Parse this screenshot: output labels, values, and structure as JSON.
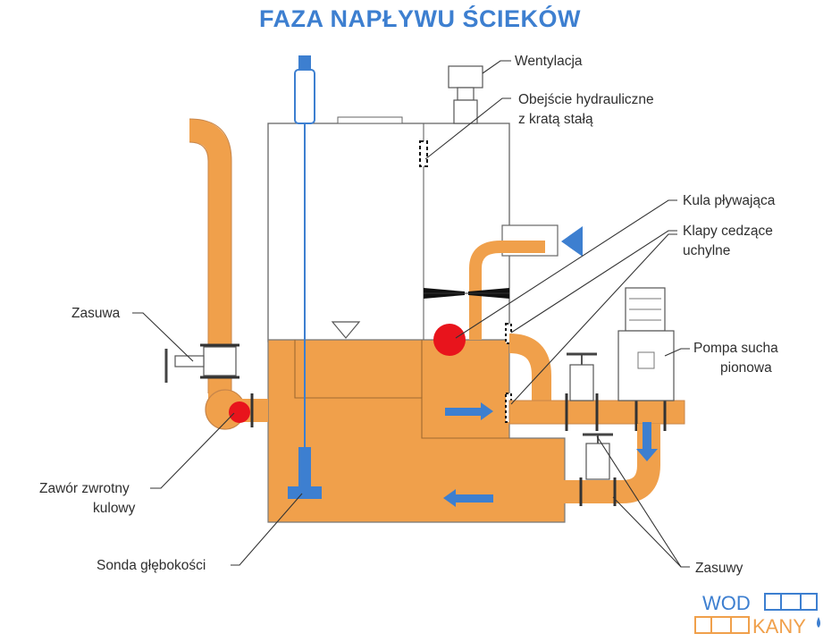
{
  "title": "FAZA NAPŁYWU ŚCIEKÓW",
  "labels": {
    "wentylacja": "Wentylacja",
    "obejscie_1": "Obejście hydrauliczne",
    "obejscie_2": "z kratą stałą",
    "kula": "Kula pływająca",
    "klapy_1": "Klapy cedzące",
    "klapy_2": "uchylne",
    "pompa_1": "Pompa sucha",
    "pompa_2": "pionowa",
    "zasuwa": "Zasuwa",
    "zawor_1": "Zawór zwrotny",
    "zawor_2": "kulowy",
    "sonda": "Sonda głębokości",
    "zasuwy": "Zasuwy"
  },
  "logo": {
    "part1": "WOD",
    "part2": "KANY"
  },
  "colors": {
    "title": "#3d7fd0",
    "sewage": "#f0a04b",
    "blue": "#3d7fd0",
    "red": "#e8141c",
    "outline": "#555555"
  }
}
